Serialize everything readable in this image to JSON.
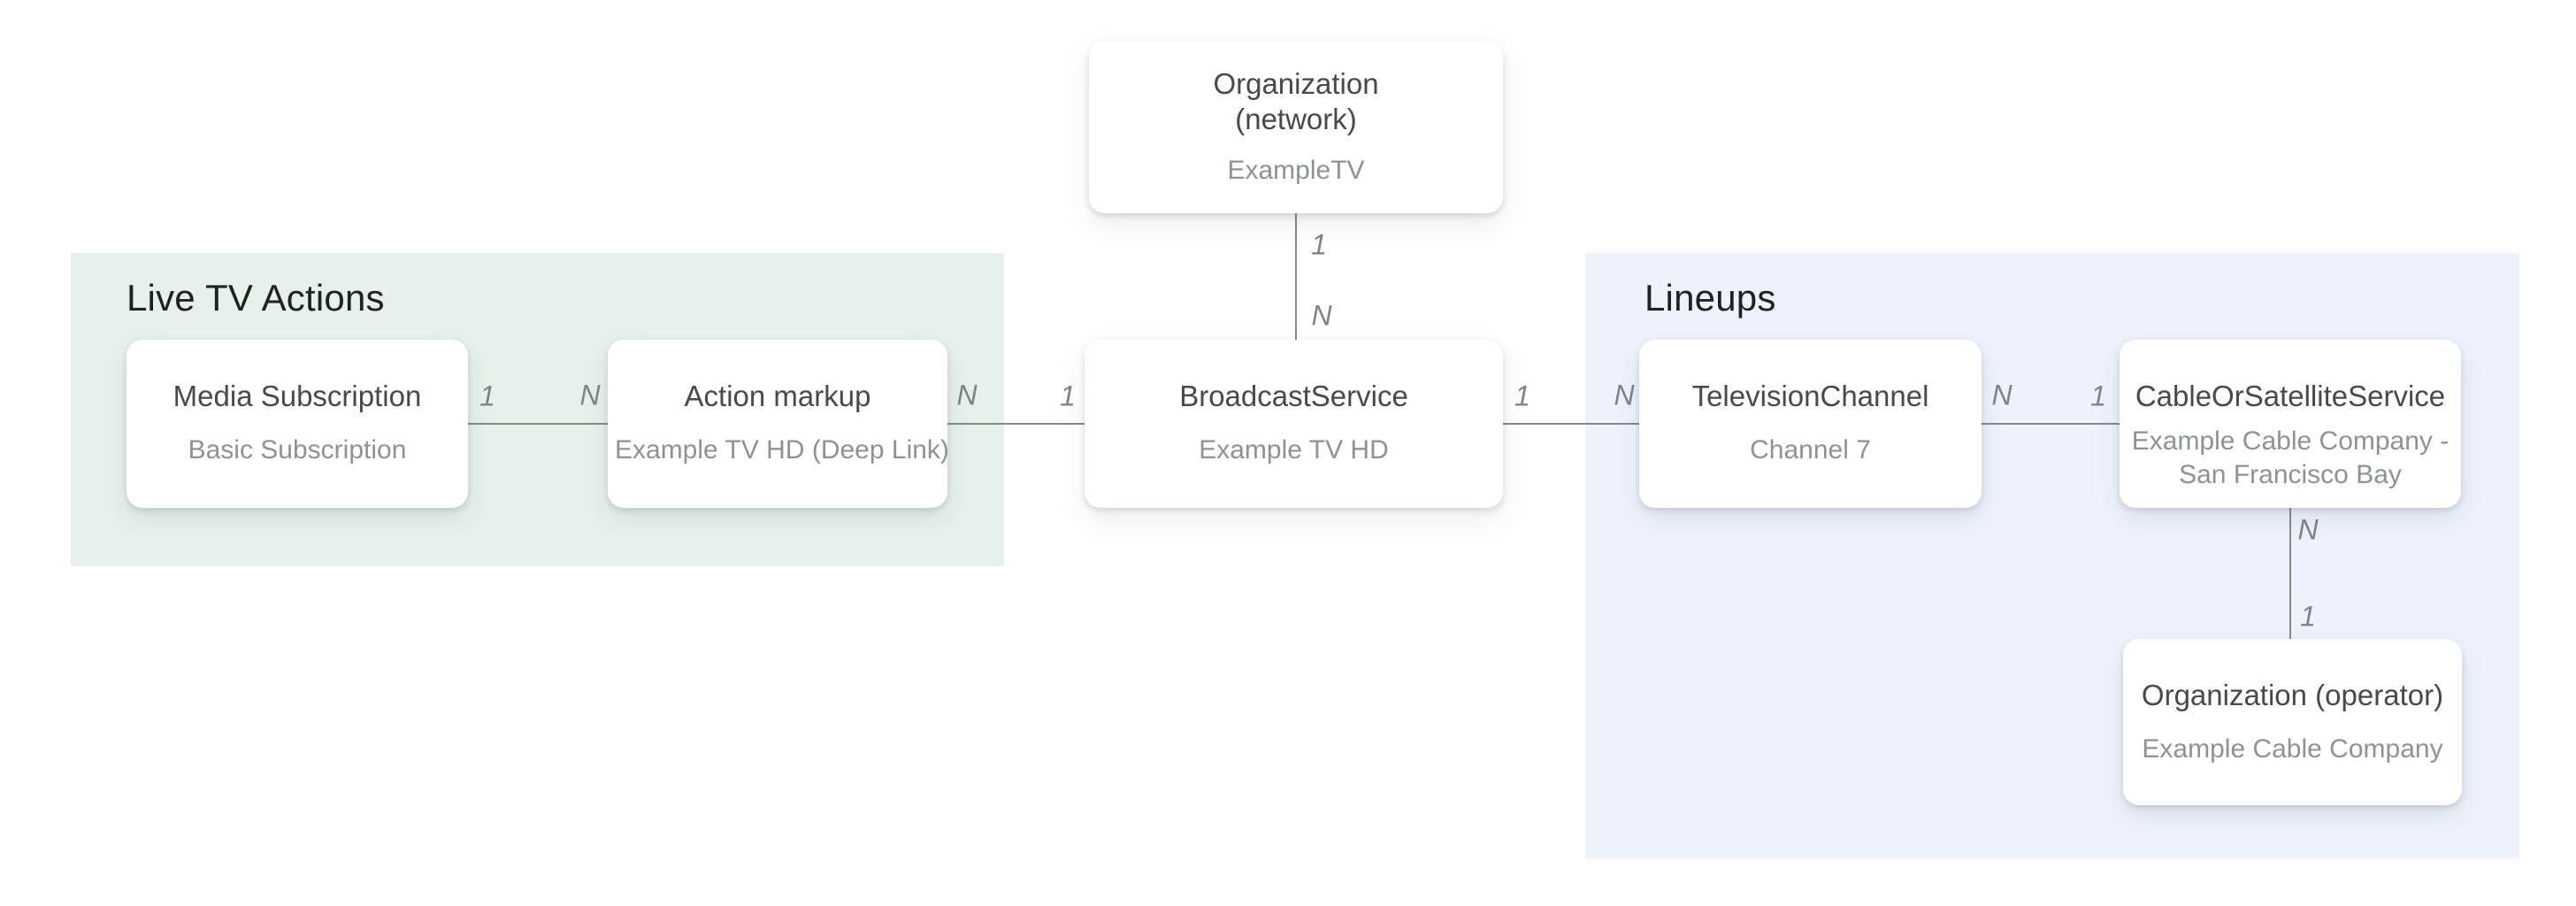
{
  "regions": {
    "live_tv_actions": {
      "label": "Live TV Actions"
    },
    "lineups": {
      "label": "Lineups"
    }
  },
  "nodes": {
    "org_network": {
      "title_line1": "Organization",
      "title_line2": "(network)",
      "subtitle": "ExampleTV"
    },
    "media_subscription": {
      "title": "Media Subscription",
      "subtitle": "Basic Subscription"
    },
    "action_markup": {
      "title": "Action markup",
      "subtitle": "Example TV HD (Deep Link)"
    },
    "broadcast_service": {
      "title": "BroadcastService",
      "subtitle": "Example TV HD"
    },
    "television_channel": {
      "title": "TelevisionChannel",
      "subtitle": "Channel 7"
    },
    "cable_or_satellite_service": {
      "title": "CableOrSatelliteService",
      "subtitle_line1": "Example Cable Company -",
      "subtitle_line2": "San Francisco Bay"
    },
    "org_operator": {
      "title": "Organization (operator)",
      "subtitle": "Example Cable Company"
    }
  },
  "edges": {
    "network_to_broadcast": {
      "near_network": "1",
      "near_broadcast": "N"
    },
    "mediasub_to_action": {
      "near_media_subscription": "1",
      "near_action_markup": "N"
    },
    "action_to_broadcast": {
      "near_action_markup": "N",
      "near_broadcast": "1"
    },
    "broadcast_to_tvchannel": {
      "near_broadcast": "1",
      "near_tvchannel": "N"
    },
    "tvchannel_to_cable": {
      "near_tvchannel": "N",
      "near_cable": "1"
    },
    "cable_to_operator": {
      "near_cable": "N",
      "near_operator": "1"
    }
  },
  "colors": {
    "page_bg": "#ffffff",
    "region_live_tv_bg": "#e6f1ea",
    "region_lineups_bg": "#edf2fc",
    "node_bg": "#ffffff",
    "region_label_text": "#202124",
    "node_title_text": "#47494e",
    "node_subtitle_text": "#8d9297",
    "connector_line": "#86898d",
    "cardinality_text": "#7e848a"
  }
}
